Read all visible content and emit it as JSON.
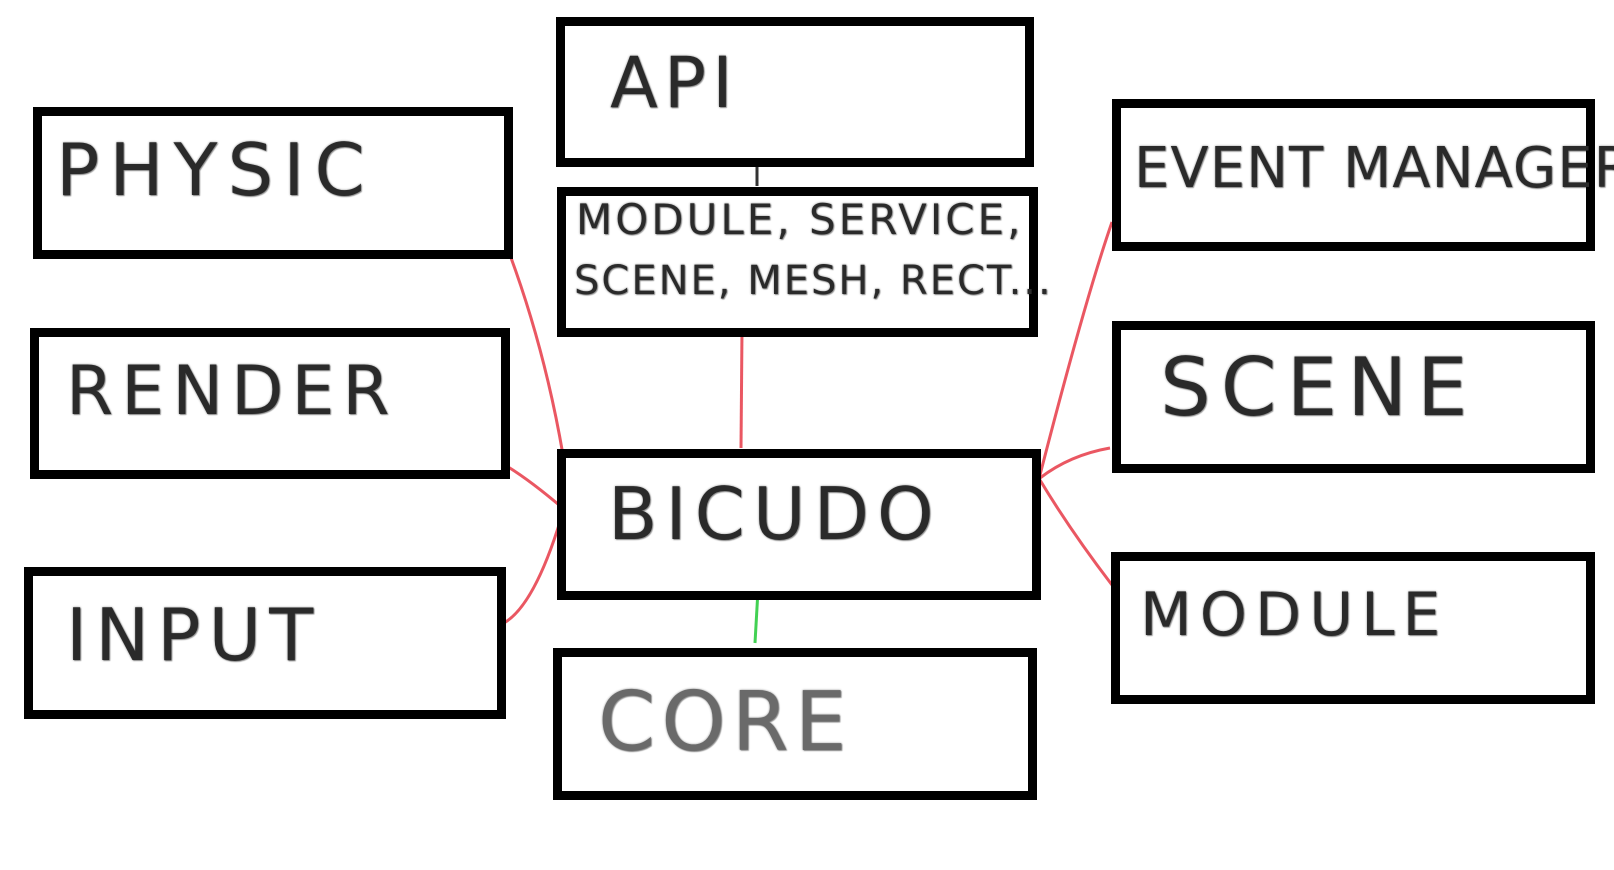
{
  "nodes": {
    "api": "API",
    "modules_list_line1": "MODULE, SERVICE,",
    "modules_list_line2": "SCENE, MESH, RECT...",
    "physic": "PHYSIC",
    "render": "RENDER",
    "input": "INPUT",
    "bicudo": "BICUDO",
    "core": "CORE",
    "event_manager": "EVENT MANAGER",
    "scene": "SCENE",
    "module": "MODULE"
  },
  "colors": {
    "box_border": "#000000",
    "link_red": "#e63946",
    "link_green": "#2ecc40",
    "link_dark": "#333333"
  }
}
